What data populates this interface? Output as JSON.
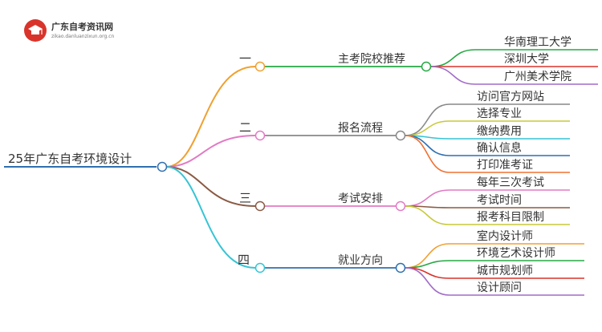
{
  "logo": {
    "title": "广东自考资讯网",
    "subtitle": "zikao.danluanzixun.org.cn",
    "icon": "graduation-cap-icon",
    "color": "#d9342b"
  },
  "mindmap": {
    "root": {
      "label": "25年广东自考环境设计",
      "color": "#2f6fb0"
    },
    "branches": [
      {
        "key": "yi",
        "number": "一",
        "label": "主考院校推荐",
        "color": "#f0a030",
        "node_color": "#27a844",
        "children": [
          {
            "label": "华南理工大学",
            "color": "#27a844"
          },
          {
            "label": "深圳大学",
            "color": "#d9342b"
          },
          {
            "label": "广州美术学院",
            "color": "#a26bc9"
          }
        ]
      },
      {
        "key": "er",
        "number": "二",
        "label": "报名流程",
        "color": "#e27ac4",
        "node_color": "#888888",
        "children": [
          {
            "label": "访问官方网站",
            "color": "#888888"
          },
          {
            "label": "选择专业",
            "color": "#c7c93a"
          },
          {
            "label": "缴纳费用",
            "color": "#35c4d4"
          },
          {
            "label": "确认信息",
            "color": "#2f6fb0"
          },
          {
            "label": "打印准考证",
            "color": "#f07030"
          }
        ]
      },
      {
        "key": "san",
        "number": "三",
        "label": "考试安排",
        "color": "#8a5a44",
        "node_color": "#e27ac4",
        "children": [
          {
            "label": "每年三次考试",
            "color": "#e27ac4"
          },
          {
            "label": "考试时间",
            "color": "#8a5a44"
          },
          {
            "label": "报考科目限制",
            "color": "#c7c93a"
          }
        ]
      },
      {
        "key": "si",
        "number": "四",
        "label": "就业方向",
        "color": "#35c4d4",
        "node_color": "#2f6fb0",
        "children": [
          {
            "label": "室内设计师",
            "color": "#f0a030"
          },
          {
            "label": "环境艺术设计师",
            "color": "#27a844"
          },
          {
            "label": "城市规划师",
            "color": "#d9342b"
          },
          {
            "label": "设计顾问",
            "color": "#a26bc9"
          }
        ]
      }
    ]
  }
}
